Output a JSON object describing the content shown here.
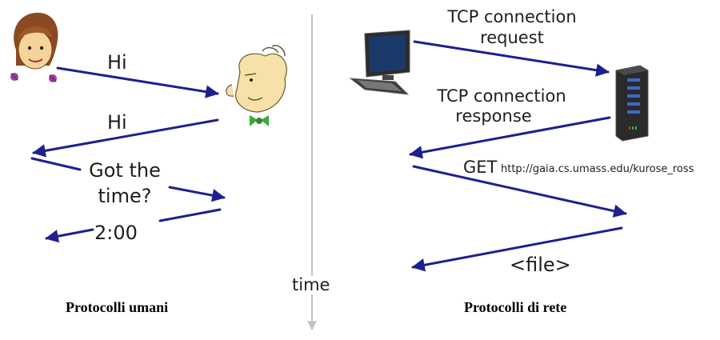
{
  "colors": {
    "arrow": "#1f1f8f",
    "divider": "#c4c4c4",
    "text": "#1e1e1e"
  },
  "human": {
    "caption": "Protocolli umani",
    "msg_hi_1": "Hi",
    "msg_hi_2": "Hi",
    "msg_time_q_1": "Got the",
    "msg_time_q_2": "time?",
    "msg_time_a": "2:00",
    "icons": [
      "woman-face-icon",
      "man-face-icon"
    ]
  },
  "network": {
    "caption": "Protocolli di rete",
    "msg_req_1": "TCP connection",
    "msg_req_2": "request",
    "msg_resp_1": "TCP connection",
    "msg_resp_2": "response",
    "msg_get_verb": "GET",
    "msg_get_url": "http://gaia.cs.umass.edu/kurose_ross",
    "msg_file": "<file>",
    "icons": [
      "computer-icon",
      "server-icon"
    ]
  },
  "axis": {
    "time_label": "time"
  }
}
